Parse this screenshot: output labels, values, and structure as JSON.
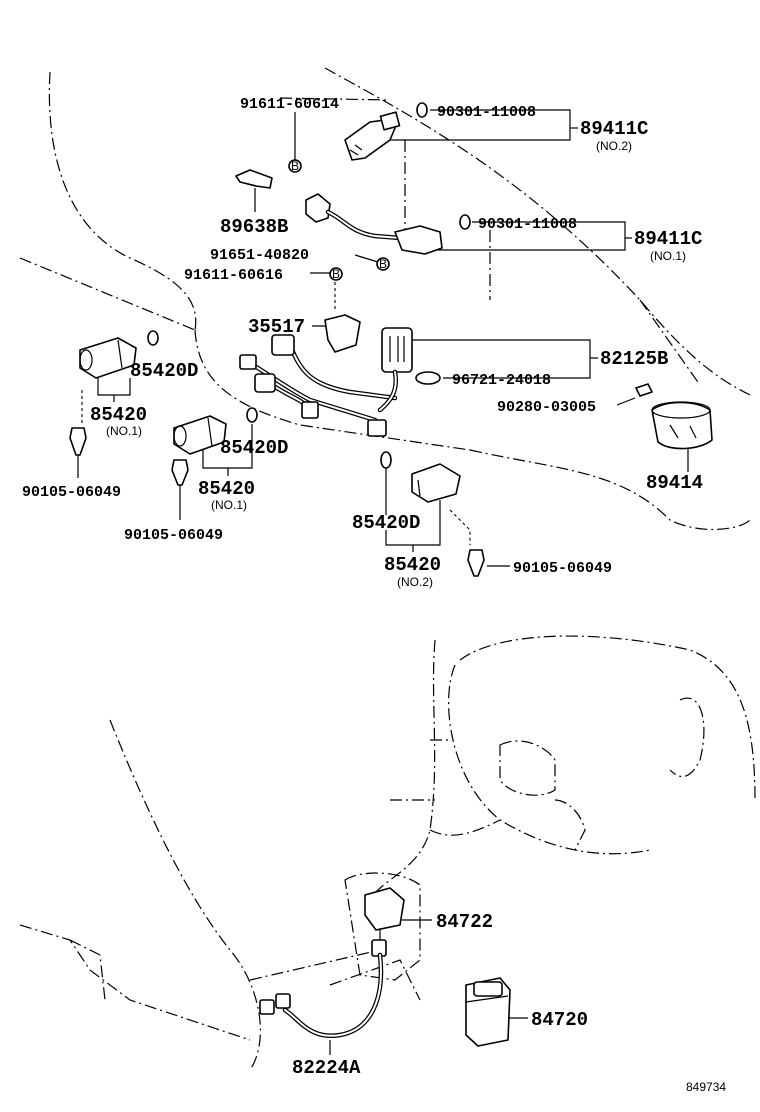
{
  "labels": {
    "p91611_60614": "91611-60614",
    "p90301_11008_a": "90301-11008",
    "p89411c_a": "89411C",
    "p89411c_a_sub": "(NO.2)",
    "p89638b": "89638B",
    "p90301_11008_b": "90301-11008",
    "p89411c_b": "89411C",
    "p89411c_b_sub": "(NO.1)",
    "p91651_40820": "91651-40820",
    "p91611_60616": "91611-60616",
    "p35517": "35517",
    "p82125b": "82125B",
    "p96721_24018": "96721-24018",
    "p90280_03005": "90280-03005",
    "p89414": "89414",
    "p85420d_a": "85420D",
    "p85420_a": "85420",
    "p85420_a_sub": "(NO.1)",
    "p90105_06049_a": "90105-06049",
    "p85420d_b": "85420D",
    "p85420_b": "85420",
    "p85420_b_sub": "(NO.1)",
    "p90105_06049_b": "90105-06049",
    "p85420d_c": "85420D",
    "p85420_c": "85420",
    "p85420_c_sub": "(NO.2)",
    "p90105_06049_c": "90105-06049",
    "p84722": "84722",
    "p84720": "84720",
    "p82224a": "82224A",
    "drawing_no": "849734",
    "callout_b": "B"
  }
}
